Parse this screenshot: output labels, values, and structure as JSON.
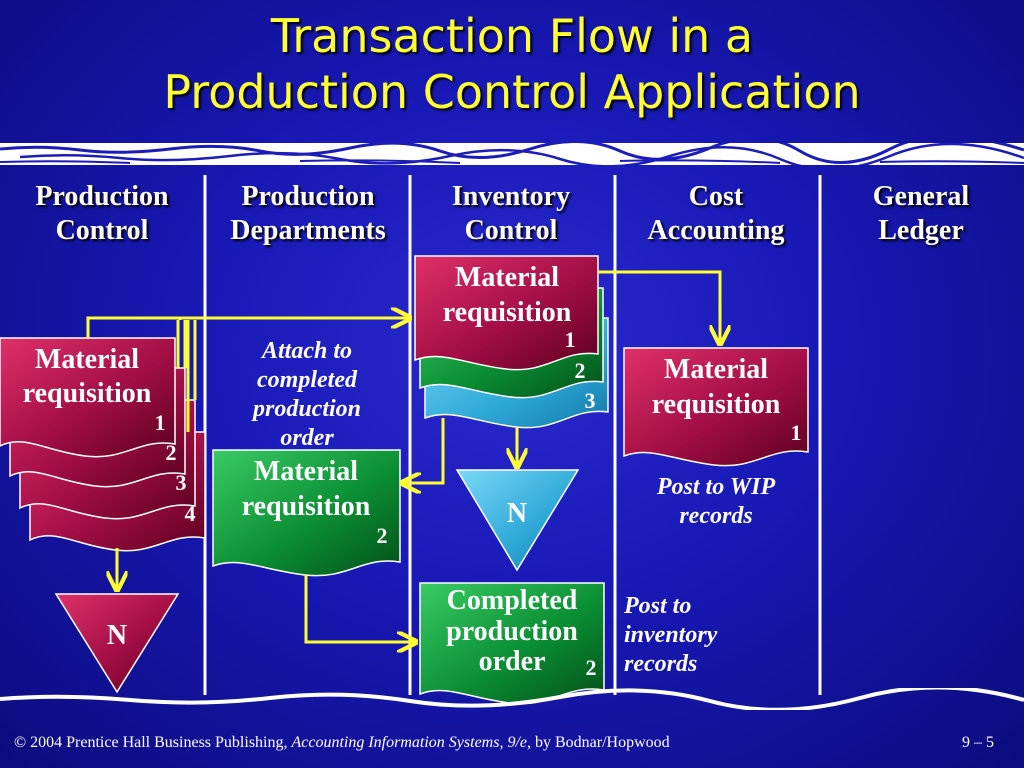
{
  "title": {
    "line1": "Transaction Flow in a",
    "line2": "Production Control Application"
  },
  "columns": [
    {
      "line1": "Production",
      "line2": "Control"
    },
    {
      "line1": "Production",
      "line2": "Departments"
    },
    {
      "line1": "Inventory",
      "line2": "Control"
    },
    {
      "line1": "Cost",
      "line2": "Accounting"
    },
    {
      "line1": "General",
      "line2": "Ledger"
    }
  ],
  "documents": {
    "material_requisition_line1": "Material",
    "material_requisition_line2": "requisition",
    "completed_order_line1": "Completed",
    "completed_order_line2": "production",
    "completed_order_line3": "order"
  },
  "copy_numbers": {
    "one": "1",
    "two": "2",
    "three": "3",
    "four": "4"
  },
  "file_label": "N",
  "notes": {
    "attach_line1": "Attach to",
    "attach_line2": "completed",
    "attach_line3": "production",
    "attach_line4": "order",
    "wip_line1": "Post to WIP",
    "wip_line2": "records",
    "inventory_line1": "Post to",
    "inventory_line2": "inventory",
    "inventory_line3": "records"
  },
  "footer": {
    "prefix": "© 2004 Prentice Hall Business Publishing, ",
    "book": "Accounting Information Systems, 9/e",
    "suffix": ", by Bodnar/Hopwood",
    "page": "9 – 5"
  },
  "colors": {
    "title": "#ffff33",
    "arrow": "#ffff33",
    "document_red": "#b0124a",
    "document_green": "#0e9a3a",
    "document_cyan": "#36b6e0",
    "background": "#1818b4"
  }
}
